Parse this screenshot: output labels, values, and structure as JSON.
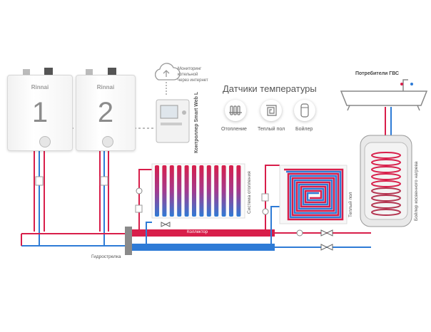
{
  "boilers": [
    {
      "brand": "Rinnai",
      "number": "1"
    },
    {
      "brand": "Rinnai",
      "number": "2"
    }
  ],
  "cloud_caption": [
    "Мониторинг",
    "котельной",
    "через интернет"
  ],
  "controller_label": "Контроллер Smart Web L",
  "sensors": {
    "title": "Датчики температуры",
    "items": [
      {
        "label": "Отопление",
        "icon": "radiator-icon"
      },
      {
        "label": "Теплый пол",
        "icon": "floor-heating-icon"
      },
      {
        "label": "Бойлер",
        "icon": "boiler-icon"
      }
    ]
  },
  "dhw_consumers": "Потребители ГВС",
  "labels": {
    "heating_system": "Система отопления",
    "warm_floor": "Теплый пол",
    "indirect_boiler": "Бойлер косвенного нагрева",
    "collector": "Коллектор",
    "hydro_arrow": "Гидрострелка"
  },
  "colors": {
    "hot": "#d81e4a",
    "cold": "#2e7bd6",
    "grey": "#888888"
  }
}
